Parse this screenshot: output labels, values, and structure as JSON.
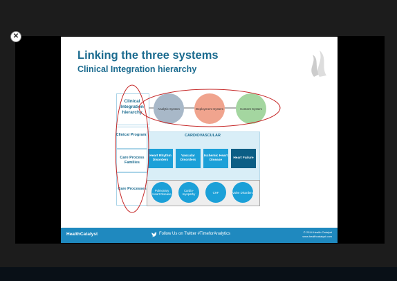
{
  "background": {
    "lines": [
      "",
      "",
      "",
      "",
      "",
      ""
    ]
  },
  "slide": {
    "title": "Linking the three systems",
    "subtitle": "Clinical Integration hierarchy",
    "hierarchy": {
      "header": "Clinical Integration hierarchy",
      "programs": "Clinical Programs",
      "families": "Care Process Families",
      "processes": "Care Processes"
    },
    "systems": [
      "Analytic System",
      "Deployment System",
      "Content System"
    ],
    "program_name": "CARDIOVASCULAR",
    "families": [
      "Heart Rhythm Disorders",
      "Vascular Disorders",
      "Ischemic Heart Disease",
      "Heart Failure"
    ],
    "processes": [
      "Pulmonary Heart Disease",
      "Cardio-myopathy",
      "CHF",
      "Valve Disorders"
    ],
    "footer": {
      "logo": "HealthCatalyst",
      "twitter": "Follow Us on Twitter #TimeforAnalytics",
      "copyright": "© 2014 Health Catalyst",
      "site": "www.healthcatalyst.com"
    }
  },
  "colors": {
    "accent": "#1b6b8f",
    "box_blue": "#1ba0d8",
    "box_dark": "#0b5e85",
    "highlight_red": "#c62828"
  },
  "icons": {
    "close": "close-icon",
    "flame": "flame-logo-icon",
    "twitter": "twitter-icon"
  }
}
